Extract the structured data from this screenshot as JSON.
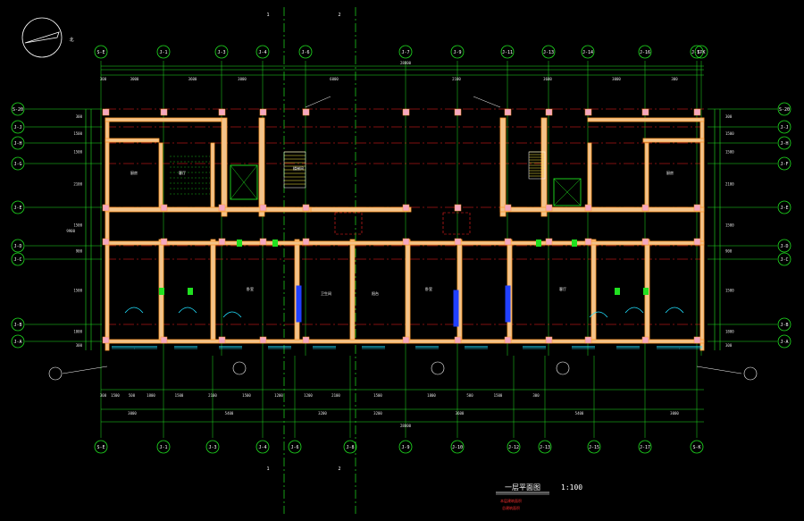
{
  "colors": {
    "background": "#000000",
    "wall": "#ff9a2e",
    "wall_fill": "#f2c38a",
    "axis": "#ff2020",
    "dimension": "#20e020",
    "cyan": "#20e0ff",
    "white": "#ffffff",
    "blue": "#2040ff",
    "yellow": "#ffee40"
  },
  "north_arrow": {
    "label": "北"
  },
  "section_marks": [
    "1",
    "2"
  ],
  "top_axes": [
    "S-E",
    "J-1",
    "J-3",
    "J-4",
    "J-6",
    "J-7",
    "J-9",
    "J-11",
    "J-13",
    "J-14",
    "J-16",
    "J-17",
    "S-K"
  ],
  "bottom_axes": [
    "S-E",
    "J-1",
    "J-3",
    "J-4",
    "J-6",
    "J-8",
    "J-9",
    "J-10",
    "J-12",
    "J-13",
    "J-15",
    "J-17",
    "S-K"
  ],
  "left_axes": [
    "S-20",
    "J-J",
    "J-H",
    "J-G",
    "J-E",
    "J-D",
    "J-C",
    "J-B",
    "J-A"
  ],
  "right_axes": [
    "S-20",
    "J-J",
    "J-H",
    "J-F",
    "J-E",
    "J-D",
    "J-C",
    "J-B",
    "J-A"
  ],
  "top_dims_row1": [
    "300",
    "3000",
    "3600",
    "3000",
    "6000",
    "2100",
    "3600",
    "3000",
    "300"
  ],
  "top_total": "28800",
  "bottom_dims_row1": [
    "300",
    "1500",
    "500",
    "1800",
    "1500",
    "2100",
    "1500",
    "1200",
    "1200",
    "2100",
    "1500",
    "1800",
    "500",
    "1500",
    "300"
  ],
  "bottom_dims_row2": [
    "3000",
    "5400",
    "3200",
    "3200",
    "3600",
    "5400",
    "3000"
  ],
  "bottom_total": "28800",
  "left_dims": [
    "300",
    "1500",
    "1500",
    "2100",
    "1500",
    "900",
    "1500",
    "1800",
    "300"
  ],
  "left_total": "9900",
  "right_dims": [
    "300",
    "1500",
    "1500",
    "2100",
    "1500",
    "900",
    "1500",
    "1800",
    "300"
  ],
  "rooms": [
    {
      "label": "厨房"
    },
    {
      "label": "客厅"
    },
    {
      "label": "卧室"
    },
    {
      "label": "卫生间"
    },
    {
      "label": "阳台"
    },
    {
      "label": "楼梯间"
    },
    {
      "label": "卧室"
    },
    {
      "label": "客厅"
    },
    {
      "label": "厨房"
    }
  ],
  "drawing_title": "一层平面图",
  "drawing_scale": "1:100",
  "notes": [
    "本层建筑面积",
    "总建筑面积"
  ]
}
